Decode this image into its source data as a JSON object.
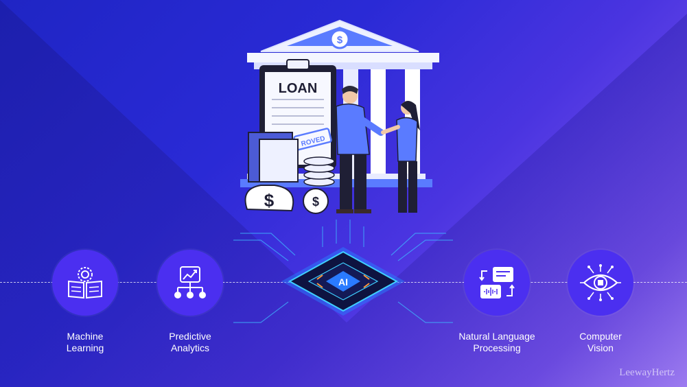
{
  "illustration": {
    "loan_sign": "LOAN",
    "stamp_text": "ROVED",
    "dollar_symbol": "$",
    "chip_label": "AI"
  },
  "features": [
    {
      "label": "Machine\nLearning",
      "icon": "book-gear-icon"
    },
    {
      "label": "Predictive\nAnalytics",
      "icon": "analytics-chart-icon"
    },
    {
      "label": "Natural Language\nProcessing",
      "icon": "chat-bubbles-icon"
    },
    {
      "label": "Computer\nVision",
      "icon": "eye-chip-icon"
    }
  ],
  "watermark": "LeewayHertz",
  "colors": {
    "background_start": "#1f25c4",
    "background_end": "#b08cff",
    "circle": "#4b2ff0",
    "accent_blue": "#5a7bff"
  }
}
